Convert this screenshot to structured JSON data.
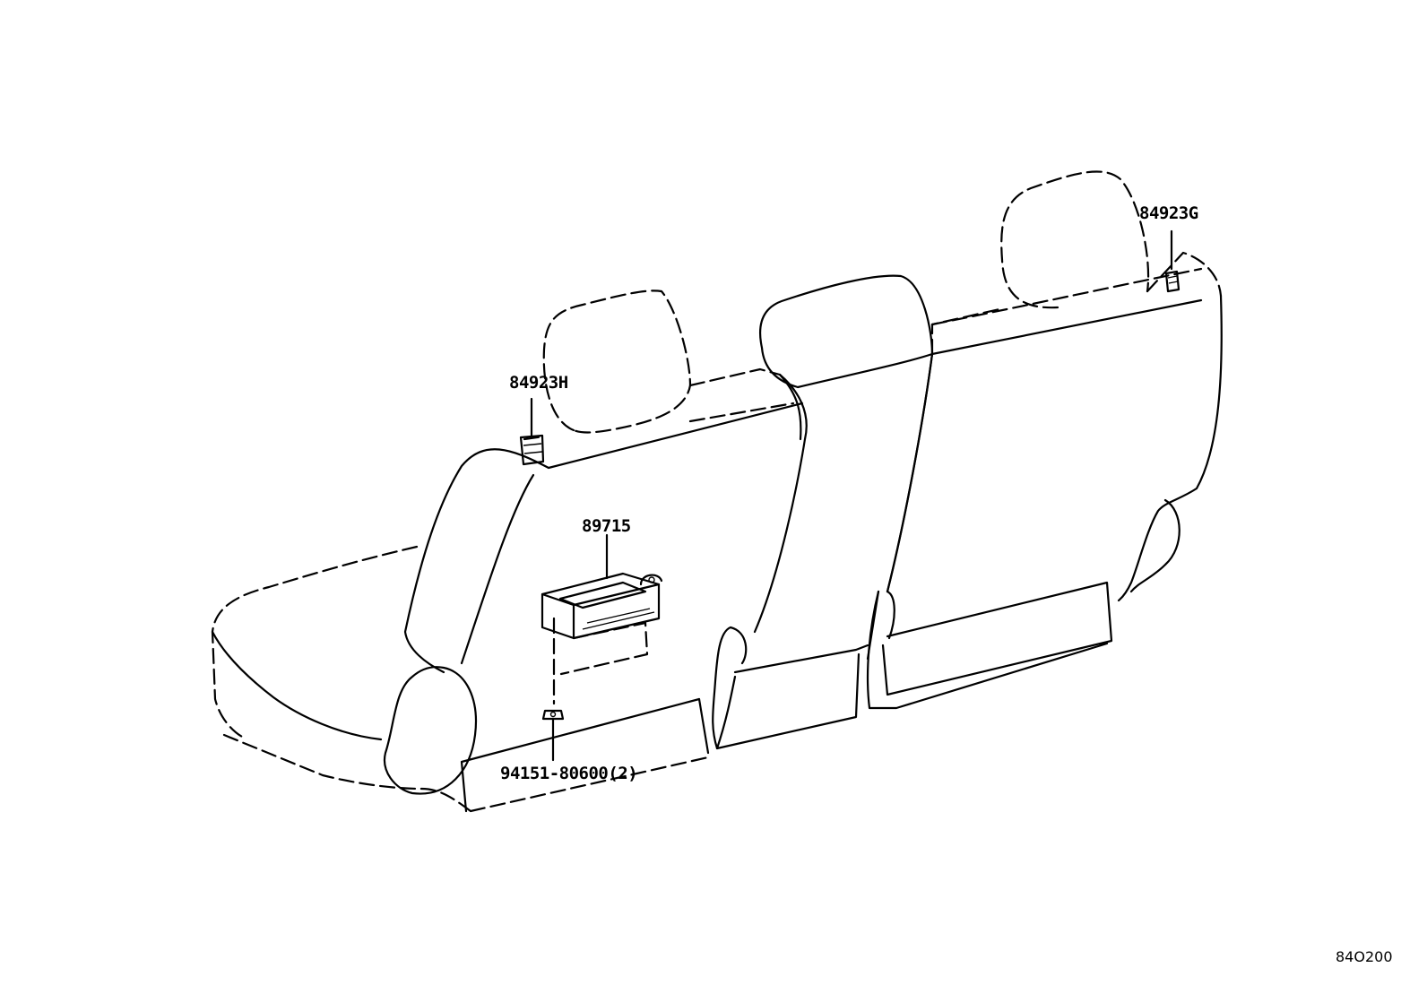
{
  "callouts": {
    "p84923G": "84923G",
    "p84923H": "84923H",
    "p89715": "89715",
    "p94151": "94151-80600(2)"
  },
  "diagram_code": "84O200"
}
